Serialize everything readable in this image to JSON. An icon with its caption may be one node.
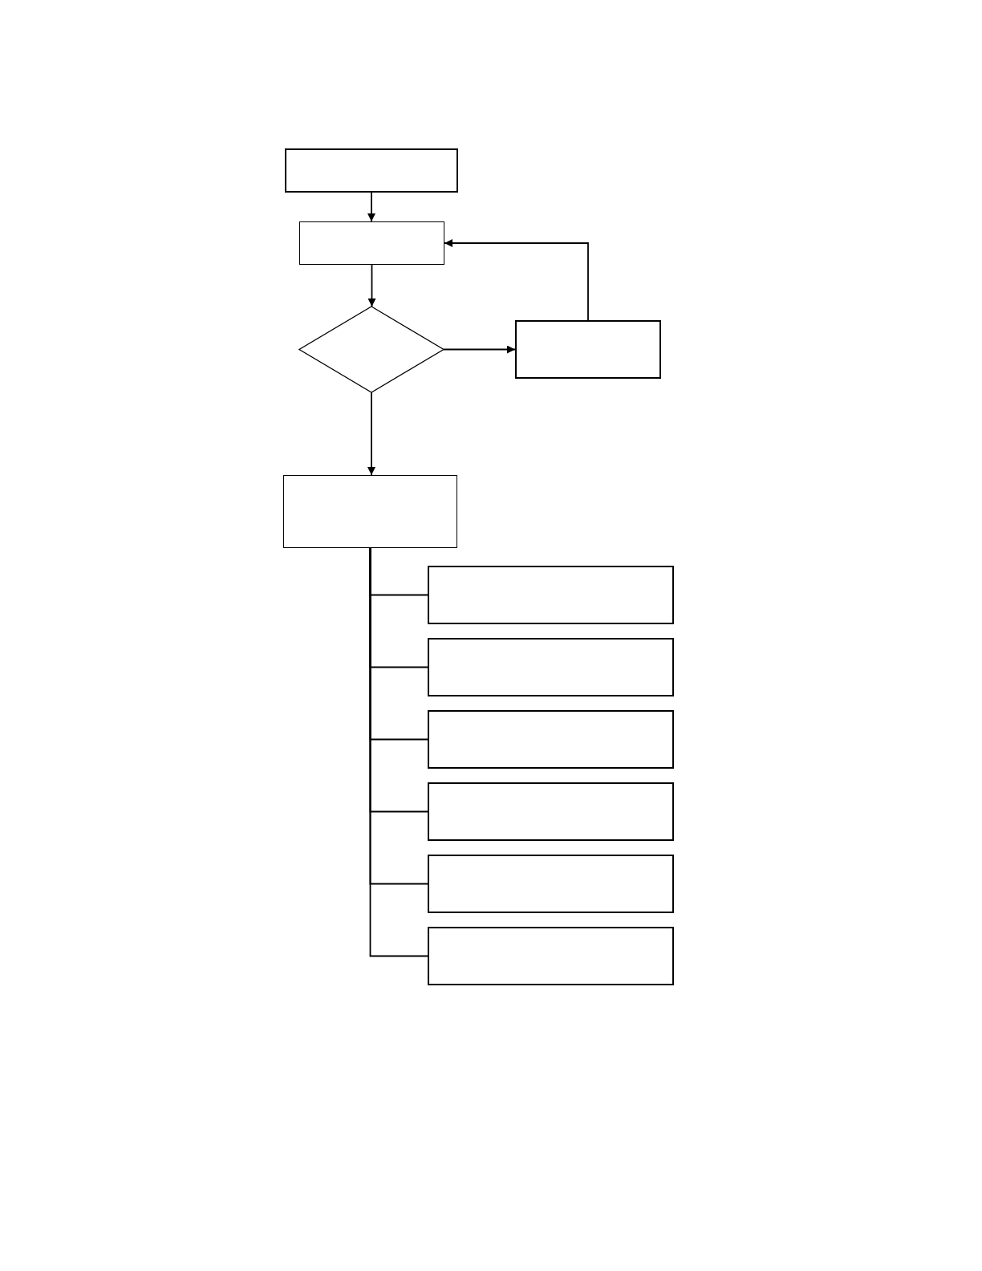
{
  "diagram": {
    "nodes": [
      {
        "text": [],
        "shape": "box"
      },
      {
        "text": [],
        "shape": "box"
      },
      {
        "text": [],
        "shape": "diamond"
      },
      {
        "text": [],
        "shape": "box"
      },
      {
        "text": [],
        "shape": "box"
      },
      {
        "text": [],
        "shape": "box"
      },
      {
        "text": [],
        "shape": "box"
      },
      {
        "text": [],
        "shape": "box"
      },
      {
        "text": [],
        "shape": "box"
      },
      {
        "text": [],
        "shape": "box"
      },
      {
        "text": [],
        "shape": "box"
      }
    ],
    "edges": [
      {
        "from": 0,
        "to": 1,
        "arrow": "to"
      },
      {
        "from": 1,
        "to": 2,
        "arrow": "to"
      },
      {
        "from": 2,
        "to": 3,
        "arrow": "to"
      },
      {
        "from": 3,
        "to": 1,
        "arrow": "to"
      },
      {
        "from": 2,
        "to": 4,
        "arrow": "to"
      },
      {
        "from": 4,
        "to": 5,
        "arrow": "none"
      },
      {
        "from": 4,
        "to": 6,
        "arrow": "none"
      },
      {
        "from": 4,
        "to": 7,
        "arrow": "none"
      },
      {
        "from": 4,
        "to": 8,
        "arrow": "none"
      },
      {
        "from": 4,
        "to": 9,
        "arrow": "none"
      },
      {
        "from": 4,
        "to": 10,
        "arrow": "none"
      }
    ]
  }
}
